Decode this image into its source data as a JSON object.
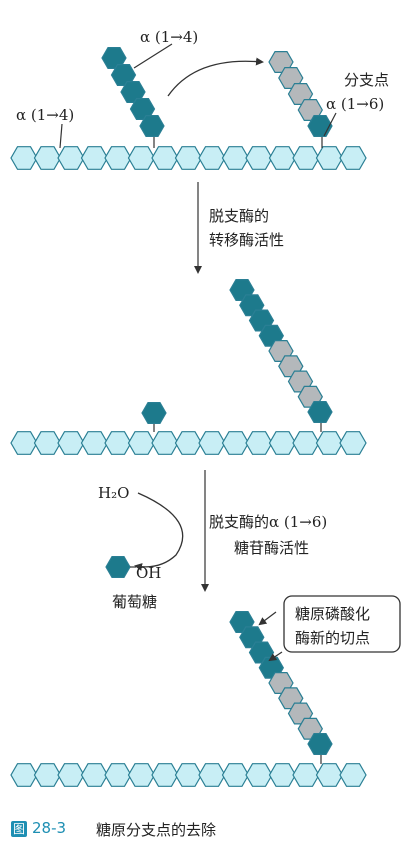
{
  "labels": {
    "alpha14_top": "α (1→4)",
    "alpha14_left": "α (1→4)",
    "branch_point": "分支点",
    "alpha16_top": "α (1→6)",
    "step1_line1": "脱支酶的",
    "step1_line2": "转移酶活性",
    "h2o": "H₂O",
    "oh": "OH",
    "glucose": "葡萄糖",
    "step2_line1": "脱支酶的α (1→6)",
    "step2_line2": "糖苷酶活性",
    "cut_line1": "糖原磷酸化",
    "cut_line2": "酶新的切点"
  },
  "caption": {
    "icon": "图",
    "number": "28-3",
    "text": "糖原分支点的去除"
  },
  "colors": {
    "chain_fill": "#c8eef5",
    "chain_stroke": "#2a7f94",
    "dark_fill": "#1d7a8c",
    "gray_fill": "#b4b8bb",
    "line": "#333333",
    "accent": "#1e8fb3"
  }
}
